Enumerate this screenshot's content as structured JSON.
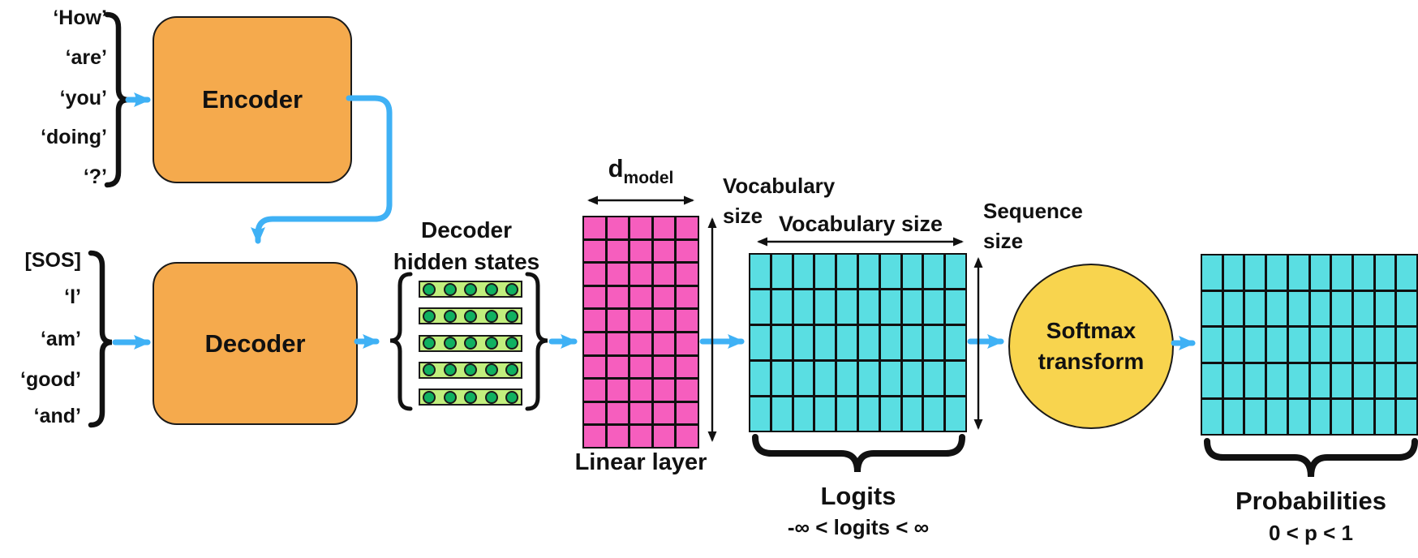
{
  "colors": {
    "orange": "#F5AA4D",
    "blue": "#3FB1F5",
    "pink": "#F65EBE",
    "cyan": "#5ADEE2",
    "yellow": "#F8D44E",
    "row_green": "#C2EF7E",
    "dot_green": "#10B161",
    "ink": "#111111"
  },
  "encoder": {
    "label": "Encoder",
    "tokens": [
      "‘How’",
      "‘are’",
      "‘you’",
      "‘doing’",
      "‘?’"
    ]
  },
  "decoder": {
    "label": "Decoder",
    "tokens": [
      "[SOS]",
      "‘I’",
      "‘am’",
      "‘good’",
      "‘and’"
    ]
  },
  "hidden_states": {
    "label_line1": "Decoder",
    "label_line2": "hidden states",
    "rows": 5,
    "dots_per_row": 5
  },
  "linear_layer": {
    "label": "Linear layer",
    "width_label_base": "d",
    "width_label_sub": "model",
    "height_label_line1": "Vocabulary",
    "height_label_line2": "size",
    "cols": 5,
    "rows": 10,
    "cell_color": "#F65EBE"
  },
  "logits": {
    "width_label": "Vocabulary size",
    "height_label_line1": "Sequence",
    "height_label_line2": "size",
    "label": "Logits",
    "range": "-∞ < logits < ∞",
    "cols": 10,
    "rows": 5,
    "cell_color": "#5ADEE2"
  },
  "softmax": {
    "label_line1": "Softmax",
    "label_line2": "transform"
  },
  "probabilities": {
    "label": "Probabilities",
    "range": "0 < p < 1",
    "cols": 10,
    "rows": 5,
    "cell_color": "#5ADEE2"
  }
}
